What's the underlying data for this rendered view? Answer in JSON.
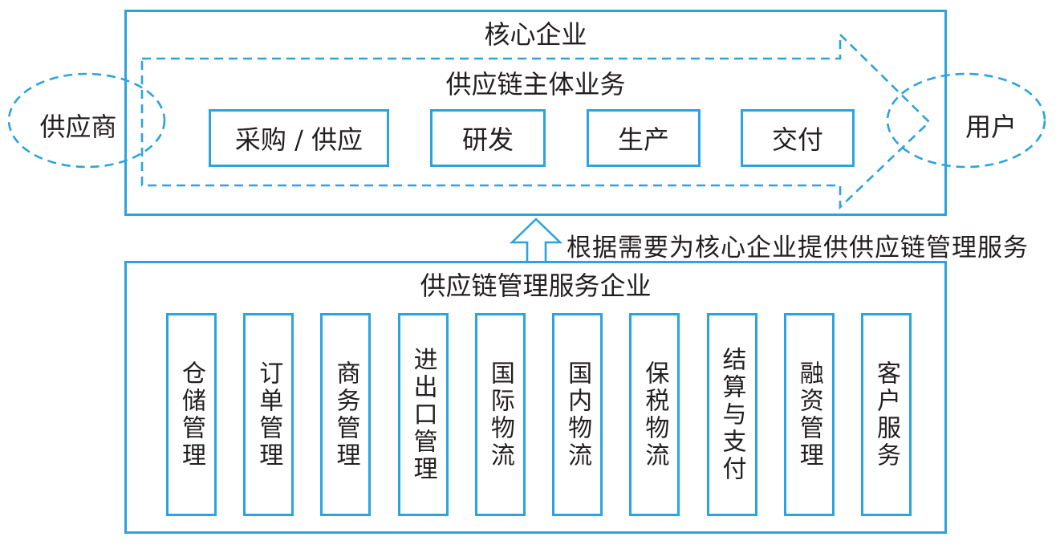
{
  "colors": {
    "accent": "#2BA3DE",
    "text": "#231F20"
  },
  "top_section": {
    "title": "核心企业",
    "arrow_label": "供应链主体业务",
    "process_boxes": [
      {
        "label": "采购 / 供应"
      },
      {
        "label": "研发"
      },
      {
        "label": "生产"
      },
      {
        "label": "交付"
      }
    ]
  },
  "left_ellipse": {
    "label": "供应商"
  },
  "right_ellipse": {
    "label": "用户"
  },
  "connector": {
    "annotation": "根据需要为核心企业提供供应链管理服务"
  },
  "bottom_section": {
    "title": "供应链管理服务企业",
    "service_boxes": [
      {
        "label": "仓储管理"
      },
      {
        "label": "订单管理"
      },
      {
        "label": "商务管理"
      },
      {
        "label": "进出口管理"
      },
      {
        "label": "国际物流"
      },
      {
        "label": "国内物流"
      },
      {
        "label": "保税物流"
      },
      {
        "label": "结算与支付"
      },
      {
        "label": "融资管理"
      },
      {
        "label": "客户服务"
      }
    ]
  }
}
